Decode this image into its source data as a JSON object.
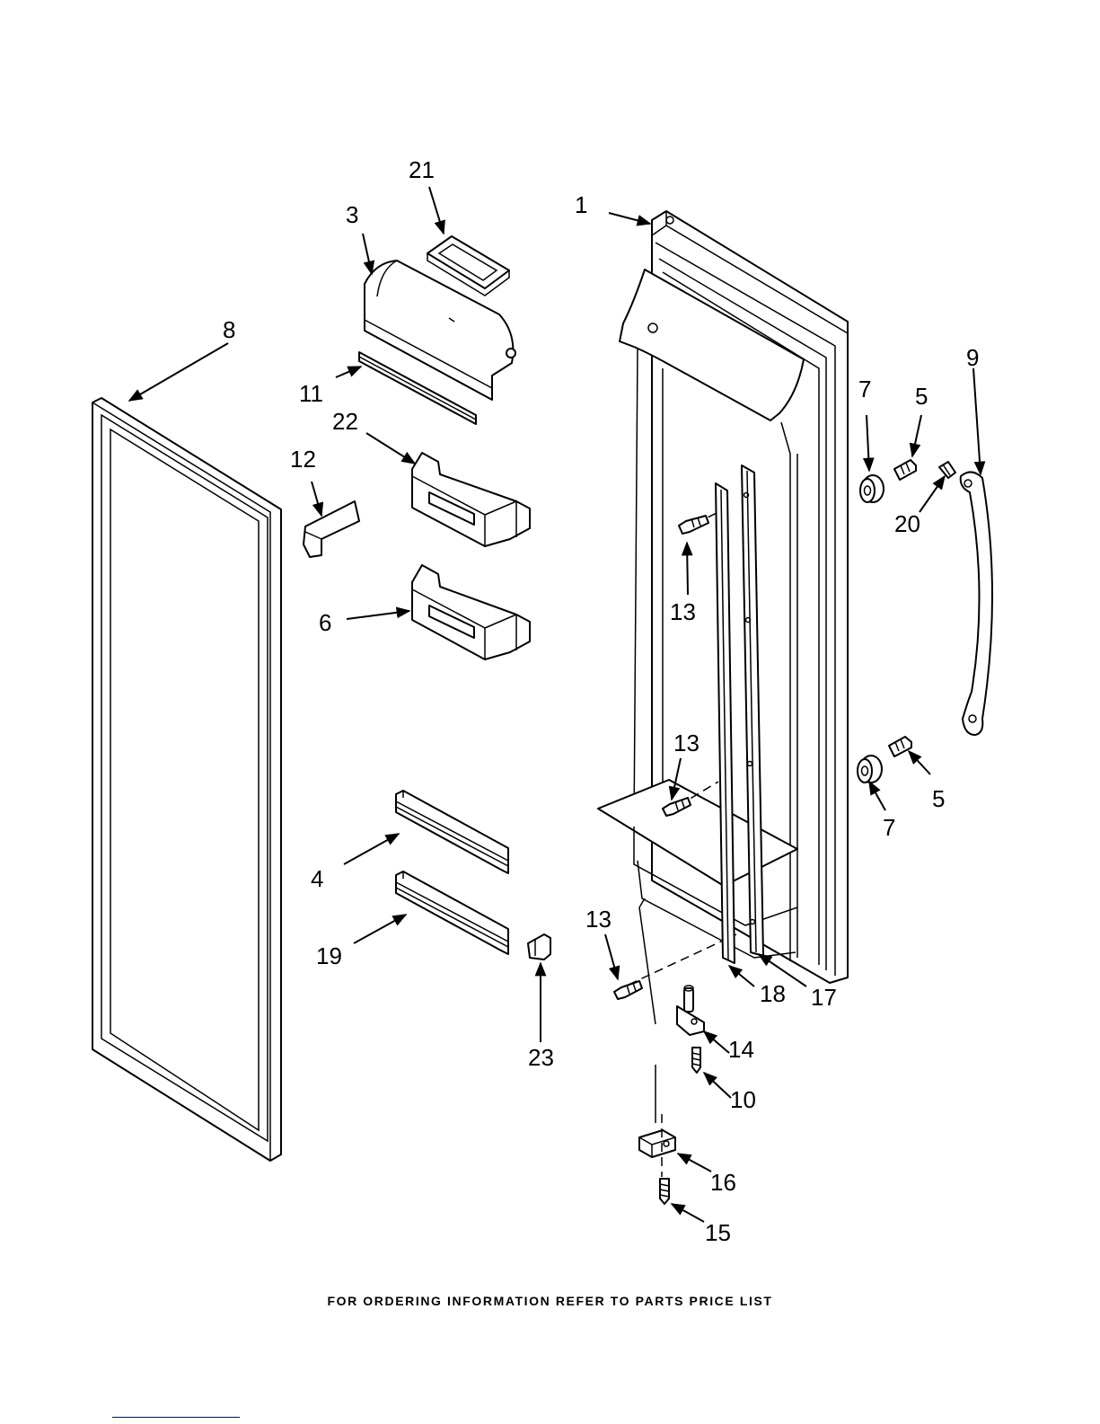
{
  "footer_note": "FOR ORDERING INFORMATION REFER TO PARTS PRICE LIST",
  "labels": [
    {
      "id": "1",
      "text": "1"
    },
    {
      "id": "21",
      "text": "21"
    },
    {
      "id": "3",
      "text": "3"
    },
    {
      "id": "8",
      "text": "8"
    },
    {
      "id": "11",
      "text": "11"
    },
    {
      "id": "22",
      "text": "22"
    },
    {
      "id": "12",
      "text": "12"
    },
    {
      "id": "6",
      "text": "6"
    },
    {
      "id": "4",
      "text": "4"
    },
    {
      "id": "19",
      "text": "19"
    },
    {
      "id": "23",
      "text": "23"
    },
    {
      "id": "13a",
      "text": "13"
    },
    {
      "id": "13b",
      "text": "13"
    },
    {
      "id": "13c",
      "text": "13"
    },
    {
      "id": "18",
      "text": "18"
    },
    {
      "id": "17",
      "text": "17"
    },
    {
      "id": "14",
      "text": "14"
    },
    {
      "id": "10",
      "text": "10"
    },
    {
      "id": "16",
      "text": "16"
    },
    {
      "id": "15",
      "text": "15"
    },
    {
      "id": "9",
      "text": "9"
    },
    {
      "id": "7a",
      "text": "7"
    },
    {
      "id": "5a",
      "text": "5"
    },
    {
      "id": "20",
      "text": "20"
    },
    {
      "id": "5b",
      "text": "5"
    },
    {
      "id": "7b",
      "text": "7"
    }
  ]
}
